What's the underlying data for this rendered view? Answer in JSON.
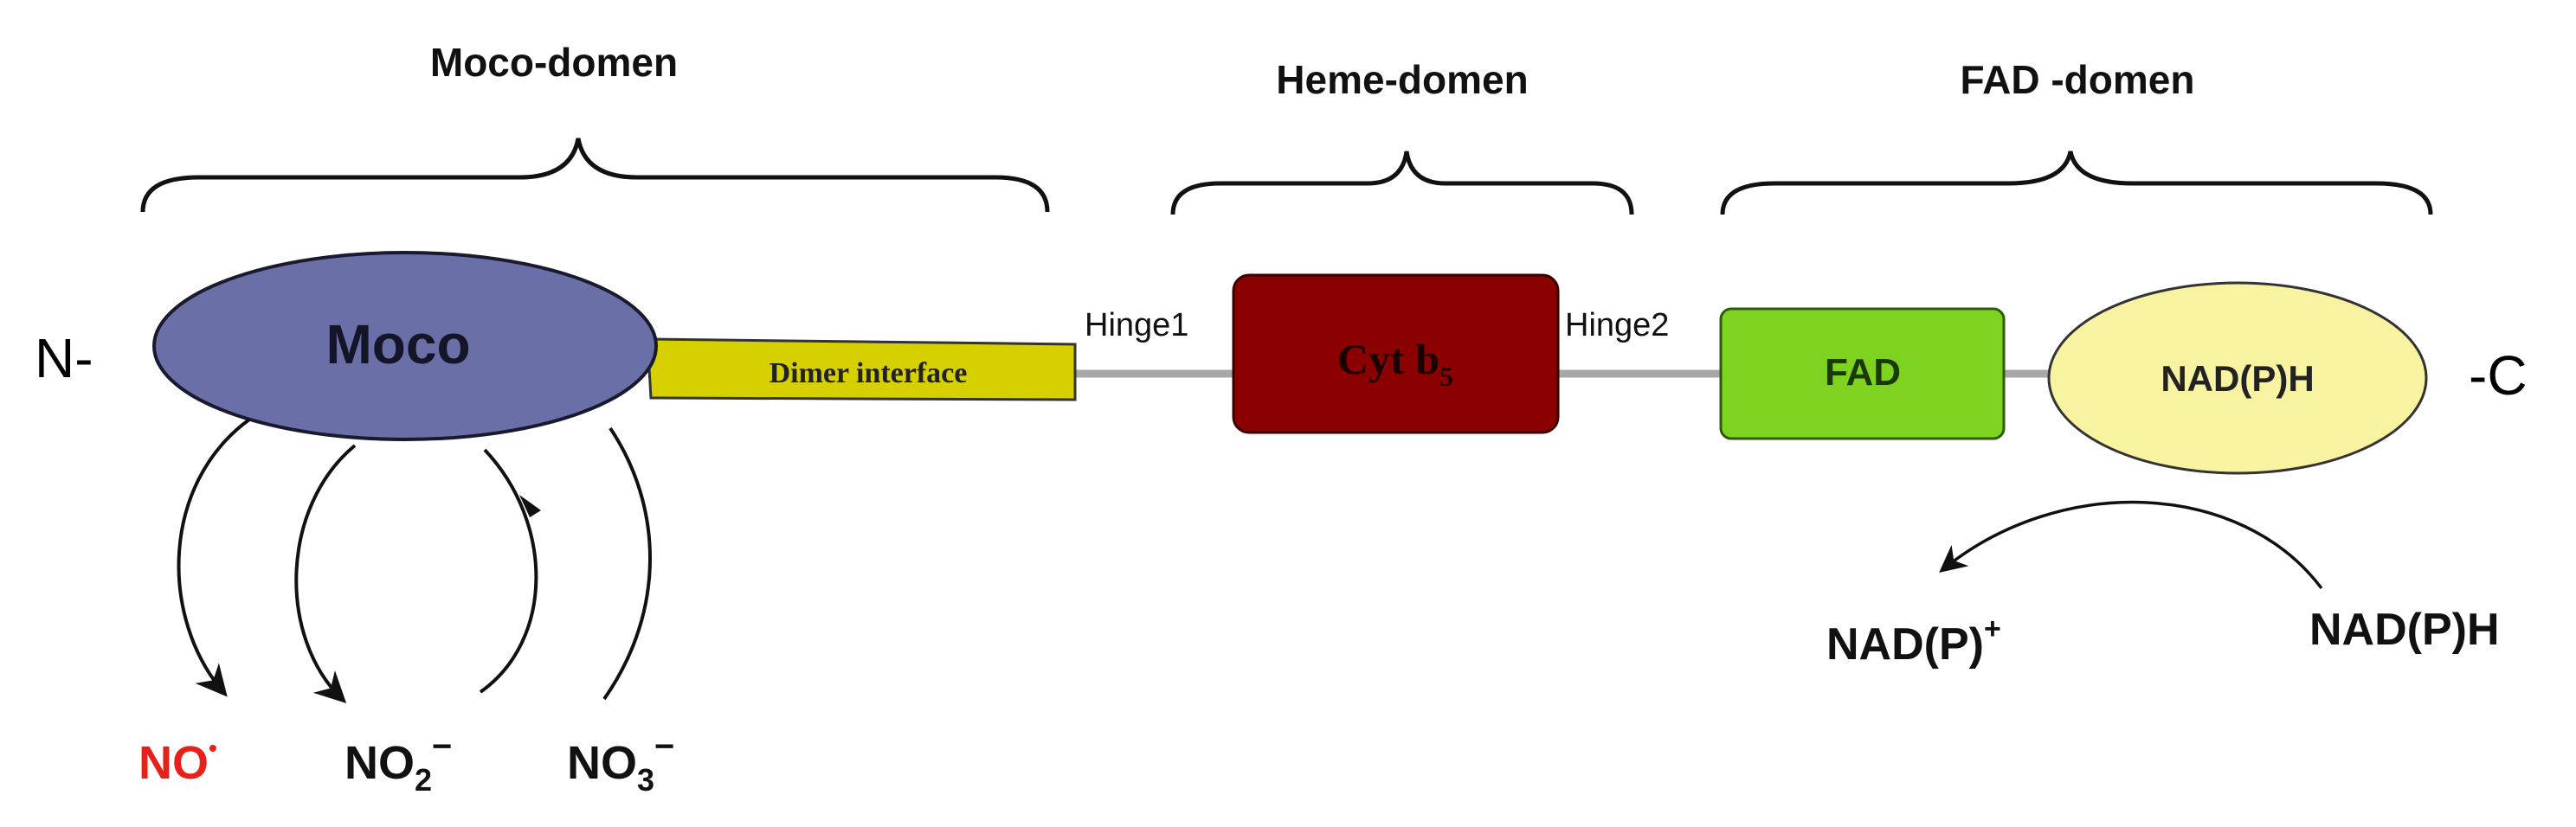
{
  "domains": {
    "moco": "Moco-domen",
    "heme": "Heme-domen",
    "fad": "FAD -domen"
  },
  "termini": {
    "n": "N-",
    "c": "-C"
  },
  "boxes": {
    "moco": "Moco",
    "dimer": "Dimer interface",
    "cyt": "Cyt b",
    "cyt_sub": "5",
    "fad": "FAD",
    "nadph": "NAD(P)H"
  },
  "hinges": {
    "h1": "Hinge1",
    "h2": "Hinge2"
  },
  "species": {
    "no": "NO",
    "no_mark": "•",
    "no2": "NO",
    "no2_sub": "2",
    "no2_sup": "−",
    "no3": "NO",
    "no3_sub": "3",
    "no3_sup": "−",
    "nadp_plus": "NAD(P)",
    "nadp_plus_sup": "+",
    "nadph_free": "NAD(P)H"
  },
  "colors": {
    "moco": "#6a6fa8",
    "dimer": "#d6d000",
    "cyt": "#8b0000",
    "fad": "#7ed321",
    "nadph": "#f7f3a0",
    "linker": "#a8a8a8",
    "no_red": "#e8201a"
  }
}
